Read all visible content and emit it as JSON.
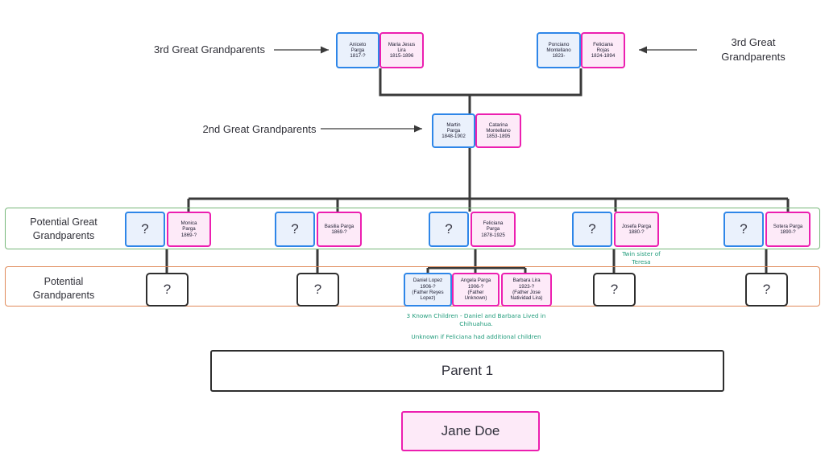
{
  "diagram": {
    "title_subject": "Jane Doe",
    "parent_label": "Parent 1"
  },
  "annotations": {
    "third_left": "3rd Great Grandparents",
    "third_right": "3rd Great\nGrandparents",
    "second": "2nd Great Grandparents",
    "twin_note": "Twin sister of\nTeresa",
    "children_note": "3 Known Children - Daniel and Barbara Lived in\nChihuahua.",
    "unknown_note": "Unknown if Feliciana had additional children"
  },
  "groups": {
    "potential_great_grandparents": "Potential Great\nGrandparents",
    "potential_grandparents": "Potential\nGrandparents"
  },
  "generations": {
    "third_great_grandparents": [
      {
        "name": "Aniceto\nParga\n1817-?",
        "sex": "male"
      },
      {
        "name": "Maria Jesus\nLira\n1815-1896",
        "sex": "female"
      },
      {
        "name": "Ponciano\nMontellano\n1823-",
        "sex": "male"
      },
      {
        "name": "Feliciana\nRojas\n1824-1894",
        "sex": "female"
      }
    ],
    "second_great_grandparents": [
      {
        "name": "Martin\nParga\n1848-1902",
        "sex": "male"
      },
      {
        "name": "Catarina\nMontellano\n1853-1895",
        "sex": "female"
      }
    ],
    "potential_great_grandparents": [
      {
        "spouse": "?",
        "name": "Monica\nParga\n1869-?"
      },
      {
        "spouse": "?",
        "name": "Basilia Parga\n1869-?"
      },
      {
        "spouse": "?",
        "name": "Feliciana\nParga\n1878-1925"
      },
      {
        "spouse": "?",
        "name": "Josefa Parga\n1880-?"
      },
      {
        "spouse": "?",
        "name": "Sotera Parga\n1890-?"
      }
    ],
    "potential_grandparents": [
      {
        "label": "?"
      },
      {
        "label": "?"
      },
      {
        "label": "?"
      },
      {
        "label": "?"
      }
    ],
    "known_children": [
      {
        "name": "Daniel Lopez\n1906-?\n(Father Reyes\nLopez)",
        "sex": "male"
      },
      {
        "name": "Angela Parga\n1906-?\n(Father\nUnknown)",
        "sex": "female"
      },
      {
        "name": "Barbara Lira\n1923-?\n(Father Jose\nNatividad Lira)",
        "sex": "female"
      }
    ]
  },
  "colors": {
    "male_border": "#2e86e8",
    "male_fill": "#eaf1fc",
    "female_border": "#ec1fb0",
    "female_fill": "#fdeaf8",
    "connector": "#3a3a3a",
    "green_group": "#77b779",
    "orange_group": "#e08a5a",
    "note_text": "#1f9b7a"
  }
}
